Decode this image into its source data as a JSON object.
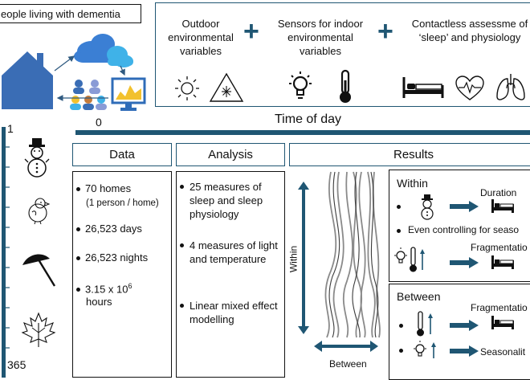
{
  "header_title": "eople living with dementia",
  "top_items": [
    {
      "label": "Outdoor environmental variables"
    },
    {
      "label": "Sensors for indoor environmental variables"
    },
    {
      "label": "Contactless assessme of ‘sleep’ and physiology"
    }
  ],
  "plus": "+",
  "time_axis": {
    "zero": "0",
    "label": "Time of day"
  },
  "day_axis": {
    "start": "1",
    "end": "365"
  },
  "sections": {
    "data": "Data",
    "analysis": "Analysis",
    "results": "Results"
  },
  "data_items": [
    {
      "main": "70 homes",
      "sub": "(1 person / home)"
    },
    {
      "main": "26,523 days"
    },
    {
      "main": "26,523 nights"
    },
    {
      "main": "3.15 x 10",
      "sup": "6",
      "tail": "hours"
    }
  ],
  "analysis_items": [
    "25 measures of sleep and sleep physiology",
    "4 measures of light and temperature",
    "Linear mixed effect modelling"
  ],
  "variability": {
    "within": "Within",
    "between": "Between"
  },
  "within_box": {
    "title": "Within",
    "rows": [
      {
        "outcome": "Duration"
      },
      {
        "text": "Even controlling for seaso"
      },
      {
        "outcome": "Fragmentatio"
      }
    ]
  },
  "between_box": {
    "title": "Between",
    "rows": [
      {
        "outcome": "Fragmentatio"
      },
      {
        "outcome": "Seasonalit"
      }
    ]
  },
  "colors": {
    "accent": "#1f5673",
    "house": "#3a6db5",
    "cloud": "#3b7fd4"
  }
}
